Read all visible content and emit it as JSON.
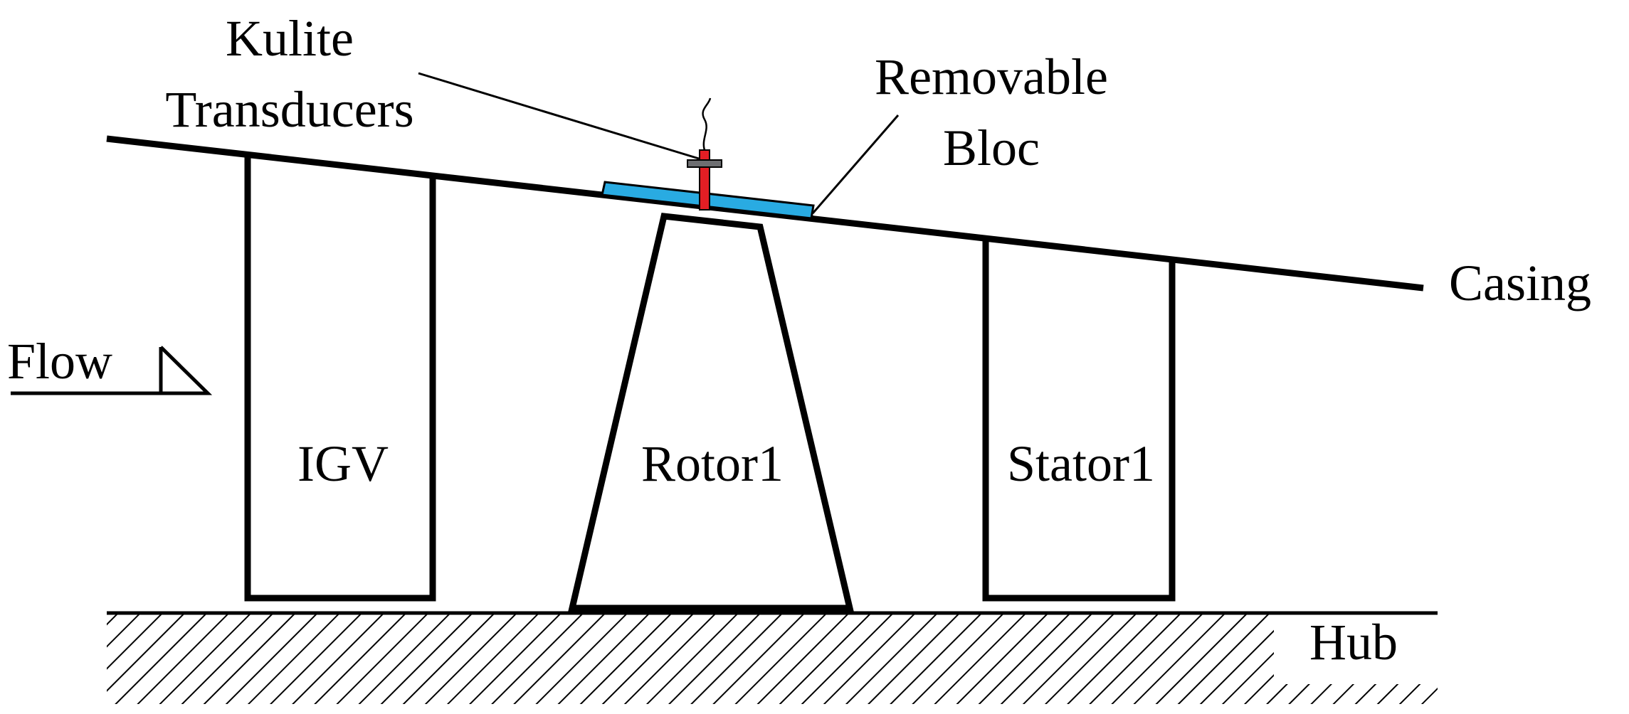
{
  "labels": {
    "kulite_line1": "Kulite",
    "kulite_line2": "Transducers",
    "removable_line1": "Removable",
    "removable_line2": "Bloc",
    "casing": "Casing",
    "flow": "Flow",
    "igv": "IGV",
    "rotor": "Rotor1",
    "stator": "Stator1",
    "hub": "Hub"
  },
  "colors": {
    "line": "#000000",
    "removable_bloc": "#29abe2",
    "transducer": "#e31e24",
    "transducer_cap": "#6d6e71"
  }
}
